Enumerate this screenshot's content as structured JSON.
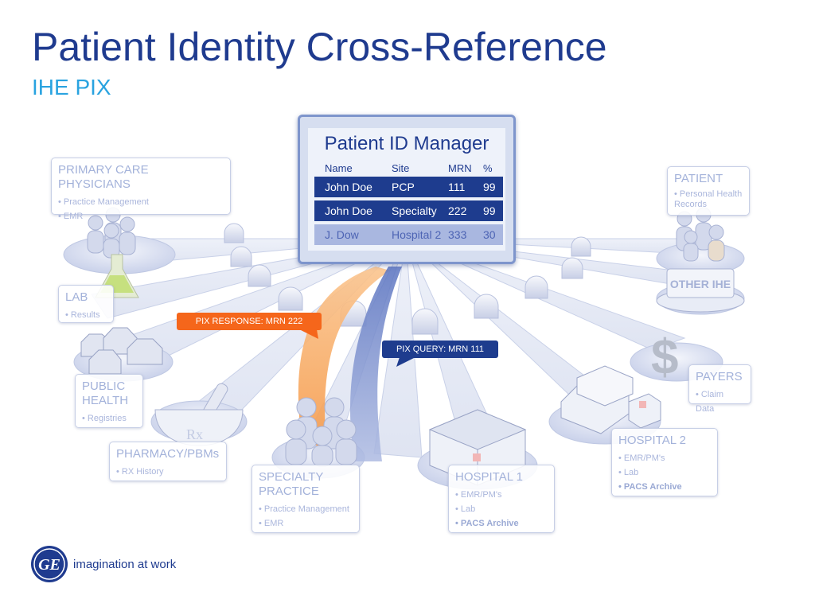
{
  "title": "Patient Identity Cross-Reference",
  "subtitle": "IHE PIX",
  "manager": {
    "title": "Patient ID Manager",
    "columns": [
      "Name",
      "Site",
      "MRN",
      "%"
    ],
    "rows": [
      {
        "name": "John Doe",
        "site": "PCP",
        "mrn": "111",
        "pct": "99"
      },
      {
        "name": "John Doe",
        "site": "Specialty",
        "mrn": "222",
        "pct": "99"
      },
      {
        "name": "J. Dow",
        "site": "Hospital 2",
        "mrn": "333",
        "pct": "30"
      }
    ]
  },
  "callouts": {
    "response": "PIX RESPONSE: MRN 222",
    "query": "PIX QUERY: MRN 111"
  },
  "nodes": {
    "primary_care": {
      "title": "PRIMARY CARE PHYSICIANS",
      "items": [
        "Practice Management",
        "EMR"
      ]
    },
    "patient": {
      "title": "PATIENT",
      "items": [
        "Personal Health Records"
      ]
    },
    "lab": {
      "title": "LAB",
      "items": [
        "Results"
      ]
    },
    "public_health": {
      "title": "PUBLIC HEALTH",
      "items": [
        "Registries"
      ]
    },
    "pharmacy": {
      "title": "PHARMACY/PBMs",
      "items": [
        "RX History"
      ]
    },
    "specialty": {
      "title": "SPECIALTY PRACTICE",
      "items": [
        "Practice Management",
        "EMR"
      ]
    },
    "hospital1": {
      "title": "HOSPITAL 1",
      "items": [
        "EMR/PM's",
        "Lab",
        "PACS Archive"
      ]
    },
    "hospital2": {
      "title": "HOSPITAL 2",
      "items": [
        "EMR/PM's",
        "Lab",
        "PACS Archive"
      ]
    },
    "payers": {
      "title": "PAYERS",
      "items": [
        "Claim Data"
      ]
    }
  },
  "other_ihe_label": "OTHER IHE",
  "pharmacy_symbol": "Rx",
  "payers_symbol": "$",
  "footer": {
    "logo_text": "GE",
    "tagline": "imagination at work"
  },
  "colors": {
    "title": "#1f3b8f",
    "subtitle": "#29a3e0",
    "response": "#f5661b",
    "query": "#1e3c8e"
  }
}
